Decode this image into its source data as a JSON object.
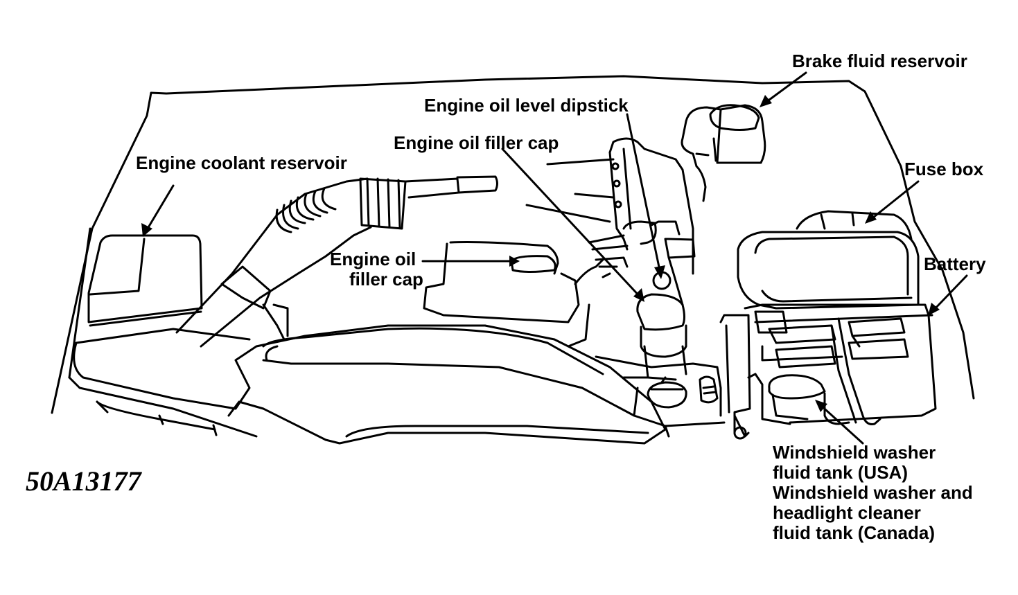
{
  "figure_id": "50A13177",
  "labels": {
    "brake_fluid_reservoir": "Brake fluid reservoir",
    "engine_oil_level_dipstick": "Engine oil level dipstick",
    "engine_oil_filler_cap_top": "Engine oil filler cap",
    "engine_coolant_reservoir": "Engine coolant reservoir",
    "fuse_box": "Fuse box",
    "battery": "Battery",
    "engine_oil_filler_cap_mid_line1": "Engine oil",
    "engine_oil_filler_cap_mid_line2": "filler cap",
    "washer_line1": "Windshield washer",
    "washer_line2": "fluid tank (USA)",
    "washer_line3": "Windshield washer and",
    "washer_line4": "headlight cleaner",
    "washer_line5": "fluid tank (Canada)"
  },
  "colors": {
    "ink": "#000000",
    "paper": "#ffffff"
  }
}
